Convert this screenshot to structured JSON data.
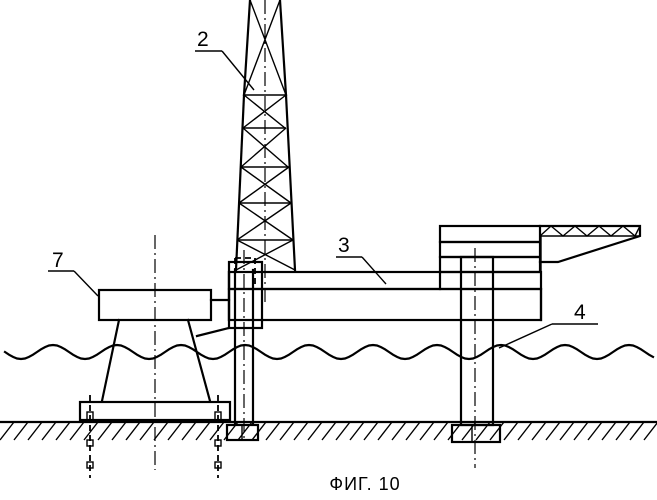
{
  "figure": {
    "caption": "ФИГ. 10",
    "labels": [
      {
        "id": "2",
        "text": "2"
      },
      {
        "id": "3",
        "text": "3"
      },
      {
        "id": "4",
        "text": "4"
      },
      {
        "id": "7",
        "text": "7"
      }
    ]
  }
}
